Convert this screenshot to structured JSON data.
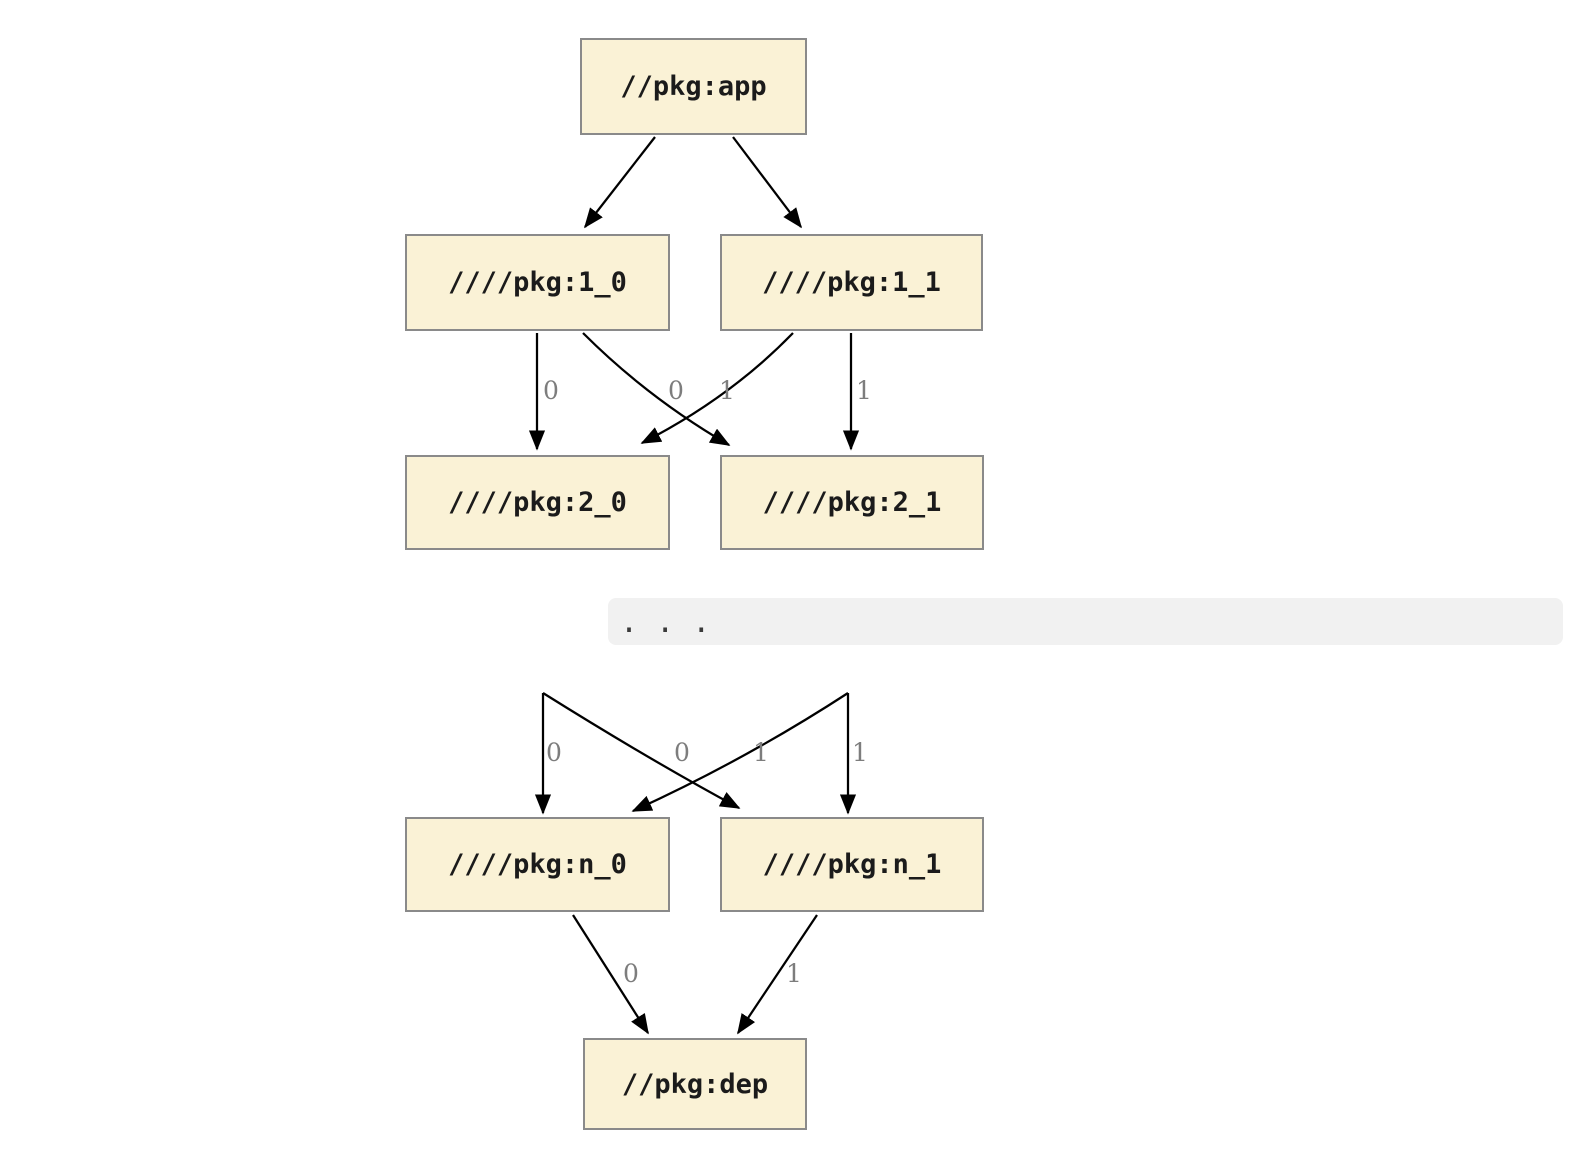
{
  "colors": {
    "background": "#ffffff",
    "node_fill": "#faf2d6",
    "node_border": "#8a8a8a",
    "node_text": "#1b1b1b",
    "edge": "#000000",
    "edge_label": "#7d7d7d",
    "band": "#f1f1f1",
    "dot": "#3a3a3a"
  },
  "nodes": {
    "app": {
      "label": "//pkg:app"
    },
    "l1_0": {
      "label": "////pkg:1_0"
    },
    "l1_1": {
      "label": "////pkg:1_1"
    },
    "l2_0": {
      "label": "////pkg:2_0"
    },
    "l2_1": {
      "label": "////pkg:2_1"
    },
    "ln_0": {
      "label": "////pkg:n_0"
    },
    "ln_1": {
      "label": "////pkg:n_1"
    },
    "dep": {
      "label": "//pkg:dep"
    }
  },
  "ellipsis": {
    "text": ". . ."
  },
  "edges": [
    {
      "from": "//pkg:app",
      "to": "////pkg:1_0",
      "label": ""
    },
    {
      "from": "//pkg:app",
      "to": "////pkg:1_1",
      "label": ""
    },
    {
      "from": "////pkg:1_0",
      "to": "////pkg:2_0",
      "label": "0"
    },
    {
      "from": "////pkg:1_0",
      "to": "////pkg:2_1",
      "label": "1"
    },
    {
      "from": "////pkg:1_1",
      "to": "////pkg:2_0",
      "label": "0"
    },
    {
      "from": "////pkg:1_1",
      "to": "////pkg:2_1",
      "label": "1"
    },
    {
      "from": "...",
      "to": "////pkg:n_0",
      "label": "0"
    },
    {
      "from": "...",
      "to": "////pkg:n_1",
      "label": "1"
    },
    {
      "from": "...",
      "to": "////pkg:n_0",
      "label": "0"
    },
    {
      "from": "...",
      "to": "////pkg:n_1",
      "label": "1"
    },
    {
      "from": "////pkg:n_0",
      "to": "//pkg:dep",
      "label": "0"
    },
    {
      "from": "////pkg:n_1",
      "to": "//pkg:dep",
      "label": "1"
    }
  ]
}
